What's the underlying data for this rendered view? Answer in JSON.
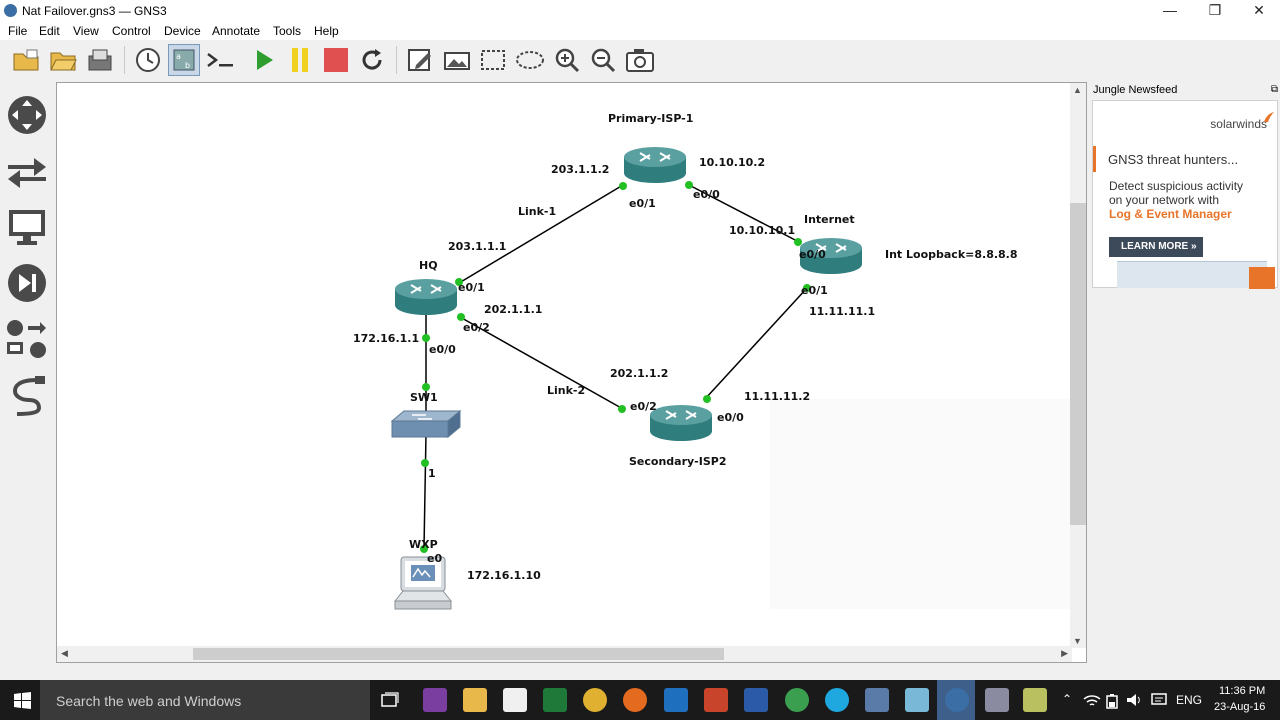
{
  "window": {
    "title": "Nat Failover.gns3 — GNS3",
    "minimize": "—",
    "maximize": "❐",
    "close": "✕"
  },
  "menu": [
    "File",
    "Edit",
    "View",
    "Control",
    "Device",
    "Annotate",
    "Tools",
    "Help"
  ],
  "newsfeed": {
    "title": "Jungle Newsfeed",
    "brand": "solarwinds",
    "headline": "GNS3 threat hunters...",
    "body1": "Detect suspicious activity",
    "body2": "on your network with",
    "body3": "Log & Event Manager",
    "cta": "LEARN MORE »"
  },
  "topology": {
    "primary_name": "Primary-ISP-1",
    "internet_name": "Internet",
    "hq_name": "HQ",
    "secondary_name": "Secondary-ISP2",
    "switch_name": "SW1",
    "pc_name": "WXP",
    "loopback_note": "Int Loopback=8.8.8.8",
    "link1": "Link-1",
    "link2": "Link-2",
    "labels": {
      "p_ip1": "203.1.1.2",
      "p_ip2": "10.10.10.2",
      "p_e01": "e0/1",
      "p_e00": "e0/0",
      "i_ip1": "10.10.10.1",
      "i_e00": "e0/0",
      "i_e01": "e0/1",
      "i_ip2": "11.11.11.1",
      "hq_ip1": "203.1.1.1",
      "hq_e01": "e0/1",
      "hq_ip2": "202.1.1.1",
      "hq_e02": "e0/2",
      "hq_ip0": "172.16.1.1",
      "hq_e00": "e0/0",
      "s_ip1": "202.1.1.2",
      "s_e02": "e0/2",
      "s_ip2": "11.11.11.2",
      "s_e00": "e0/0",
      "sw_port": "1",
      "pc_e0": "e0",
      "pc_ip": "172.16.1.10"
    }
  },
  "taskbar": {
    "search_placeholder": "Search the web and Windows",
    "lang": "ENG",
    "time": "11:36 PM",
    "date": "23-Aug-16"
  },
  "colors": {
    "router_top": "#5aa0a0",
    "router_body": "#2f7d7d",
    "link_dot": "#22c022",
    "play": "#2e9e2e",
    "pause": "#f0d020",
    "stop": "#e05050",
    "ad_accent": "#e8742a"
  }
}
